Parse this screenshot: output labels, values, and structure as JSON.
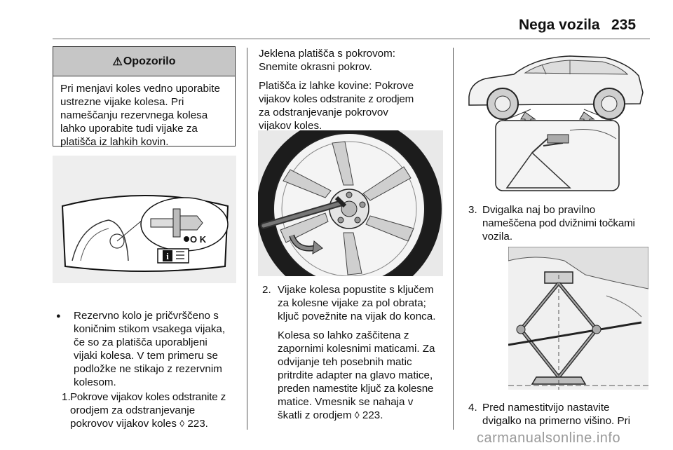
{
  "header": {
    "title": "Nega vozila",
    "page_number": "235"
  },
  "warning": {
    "icon": "warning-triangle-icon",
    "title": "Opozorilo",
    "lines": [
      "Pri menjavi koles vedno uporabite",
      "ustrezne vijake kolesa. Pri",
      "nameščanju rezervnega kolesa",
      "lahko uporabite tudi vijake za",
      "platišča iz lahkih kovin."
    ]
  },
  "figure1": {
    "ok_label": "O K",
    "info_icon": "info-icon"
  },
  "bullet": {
    "symbol": "●",
    "lines": [
      "Rezervno kolo je pričvrščeno s",
      "koničnim stikom vsakega vijaka,",
      "če so za platišča uporabljeni",
      "vijaki kolesa. V tem primeru se",
      "podložke ne stikajo z rezervnim",
      "kolesom."
    ]
  },
  "step1": {
    "number": "1.",
    "lines": [
      "Pokrove vijakov koles odstranite z",
      "orodjem za odstranjevanje",
      "pokrovov vijakov koles"
    ],
    "ref_icon": "page-ref-icon",
    "ref_symbol": "◊",
    "ref_page": "223."
  },
  "col2": {
    "para1": [
      "Jeklena platišča s pokrovom:",
      "Snemite okrasni pokrov."
    ],
    "para2": [
      "Platišča iz lahke kovine: Pokrove",
      "vijakov koles odstranite z orodjem",
      "za odstranjevanje pokrovov",
      "vijakov koles."
    ]
  },
  "step2": {
    "number": "2.",
    "lines": [
      "Vijake kolesa popustite s ključem",
      "za kolesne vijake za pol obrata;",
      "ključ povežnite na vijak do konca."
    ],
    "sub_lines": [
      "Kolesa so lahko zaščitena z",
      "zapornimi kolesnimi maticami. Za",
      "odvijanje teh posebnih matic",
      "pritrdite adapter na glavo matice,",
      "preden namestite ključ za kolesne",
      "matice. Vmesnik se nahaja v",
      "škatli z orodjem"
    ],
    "ref_symbol": "◊",
    "ref_page": "223."
  },
  "step3": {
    "number": "3.",
    "lines": [
      "Dvigalka naj bo pravilno",
      "nameščena pod dvižnimi točkami",
      "vozila."
    ]
  },
  "step4": {
    "number": "4.",
    "lines": [
      "Pred namestitvijo nastavite",
      "dvigalko na primerno višino. Pri"
    ]
  },
  "watermark": "carmanualsonline.info"
}
